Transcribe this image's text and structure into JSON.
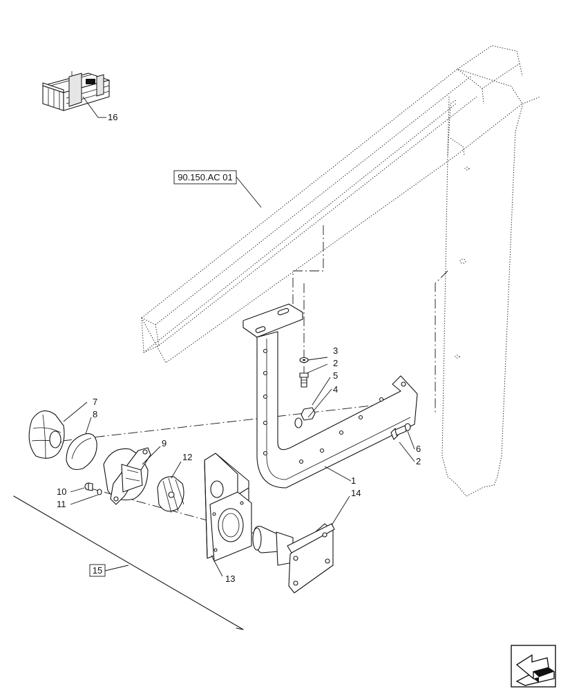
{
  "references": {
    "section_ref": "90.150.AC 01",
    "kit_ref": "15"
  },
  "callouts": {
    "c1": "1",
    "c2a": "2",
    "c2b": "2",
    "c3": "3",
    "c4": "4",
    "c5": "5",
    "c6": "6",
    "c7": "7",
    "c8": "8",
    "c9": "9",
    "c10": "10",
    "c11": "11",
    "c12": "12",
    "c13": "13",
    "c14": "14",
    "c16": "16"
  },
  "icons": {
    "kit_box": "wooden-crate-icon",
    "nav_arrow": "previous-view-arrow-icon"
  }
}
